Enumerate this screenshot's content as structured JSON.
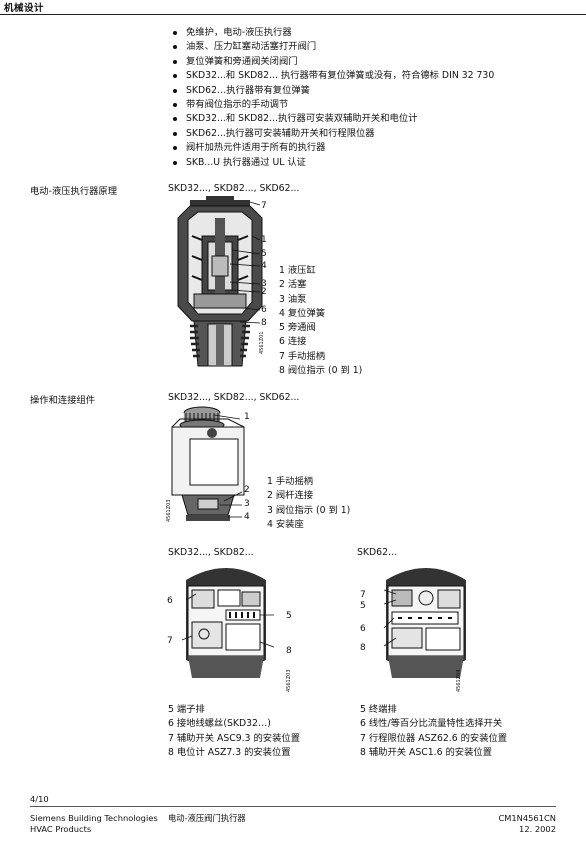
{
  "header": {
    "title": "机械设计"
  },
  "bullets": [
    "免维护，电动-液压执行器",
    "油泵、压力缸塞动活塞打开阀门",
    "复位弹簧和旁通阀关闭阀门",
    "SKD32...和 SKD82... 执行器带有复位弹簧或没有，符合德标 DIN 32 730",
    "SKD62…执行器带有复位弹簧",
    "带有阀位指示的手动调节",
    "SKD32...和 SKD82...执行器可安装双辅助开关和电位计",
    "SKD62...执行器可安装辅助开关和行程限位器",
    "阀杆加热元件适用于所有的执行器",
    "SKB...U 执行器通过 UL 认证"
  ],
  "principle": {
    "side_label": "电动-液压执行器原理",
    "caption": "SKD32..., SKD82..., SKD62...",
    "figure_code": "4561Z01",
    "callouts": [
      "7",
      "1",
      "5",
      "4",
      "3",
      "2",
      "6",
      "8"
    ],
    "legend": [
      "1 液压缸",
      "2 活塞",
      "3 油泵",
      "4 复位弹簧",
      "5 旁通阀",
      "6 连接",
      "7 手动摇柄",
      "8 阀位指示 (0 到 1)"
    ]
  },
  "parts": {
    "side_label": "操作和连接组件",
    "caption": "SKD32..., SKD82..., SKD62...",
    "figure_code": "4561Z03",
    "callouts": [
      "1",
      "2",
      "3",
      "4"
    ],
    "legend": [
      "1 手动摇柄",
      "2 阀杆连接",
      "3 阀位指示 (0 到 1)",
      "4 安装座"
    ]
  },
  "skd32": {
    "caption": "SKD32..., SKD82...",
    "figure_code": "4561Z03",
    "callouts": [
      "6",
      "5",
      "7",
      "8"
    ],
    "legend": [
      "5 端子排",
      "6 接地线螺丝(SKD32…)",
      "7 辅助开关 ASC9.3 的安装位置",
      "8 电位计 ASZ7.3 的安装位置"
    ]
  },
  "skd62": {
    "caption": "SKD62…",
    "figure_code": "4561Z04",
    "callouts": [
      "7",
      "5",
      "6",
      "8"
    ],
    "legend": [
      "5 终端排",
      "6 线性/等百分比流量特性选择开关",
      "7 行程限位器 ASZ62.6 的安装位置",
      "8 辅助开关 ASC1.6 的安装位置"
    ]
  },
  "footer": {
    "page": "4/10",
    "company": "Siemens Building Technologies",
    "division": "HVAC Products",
    "doc_title": "电动-液压阀门执行器",
    "doc_code": "CM1N4561CN",
    "date": "12. 2002"
  }
}
